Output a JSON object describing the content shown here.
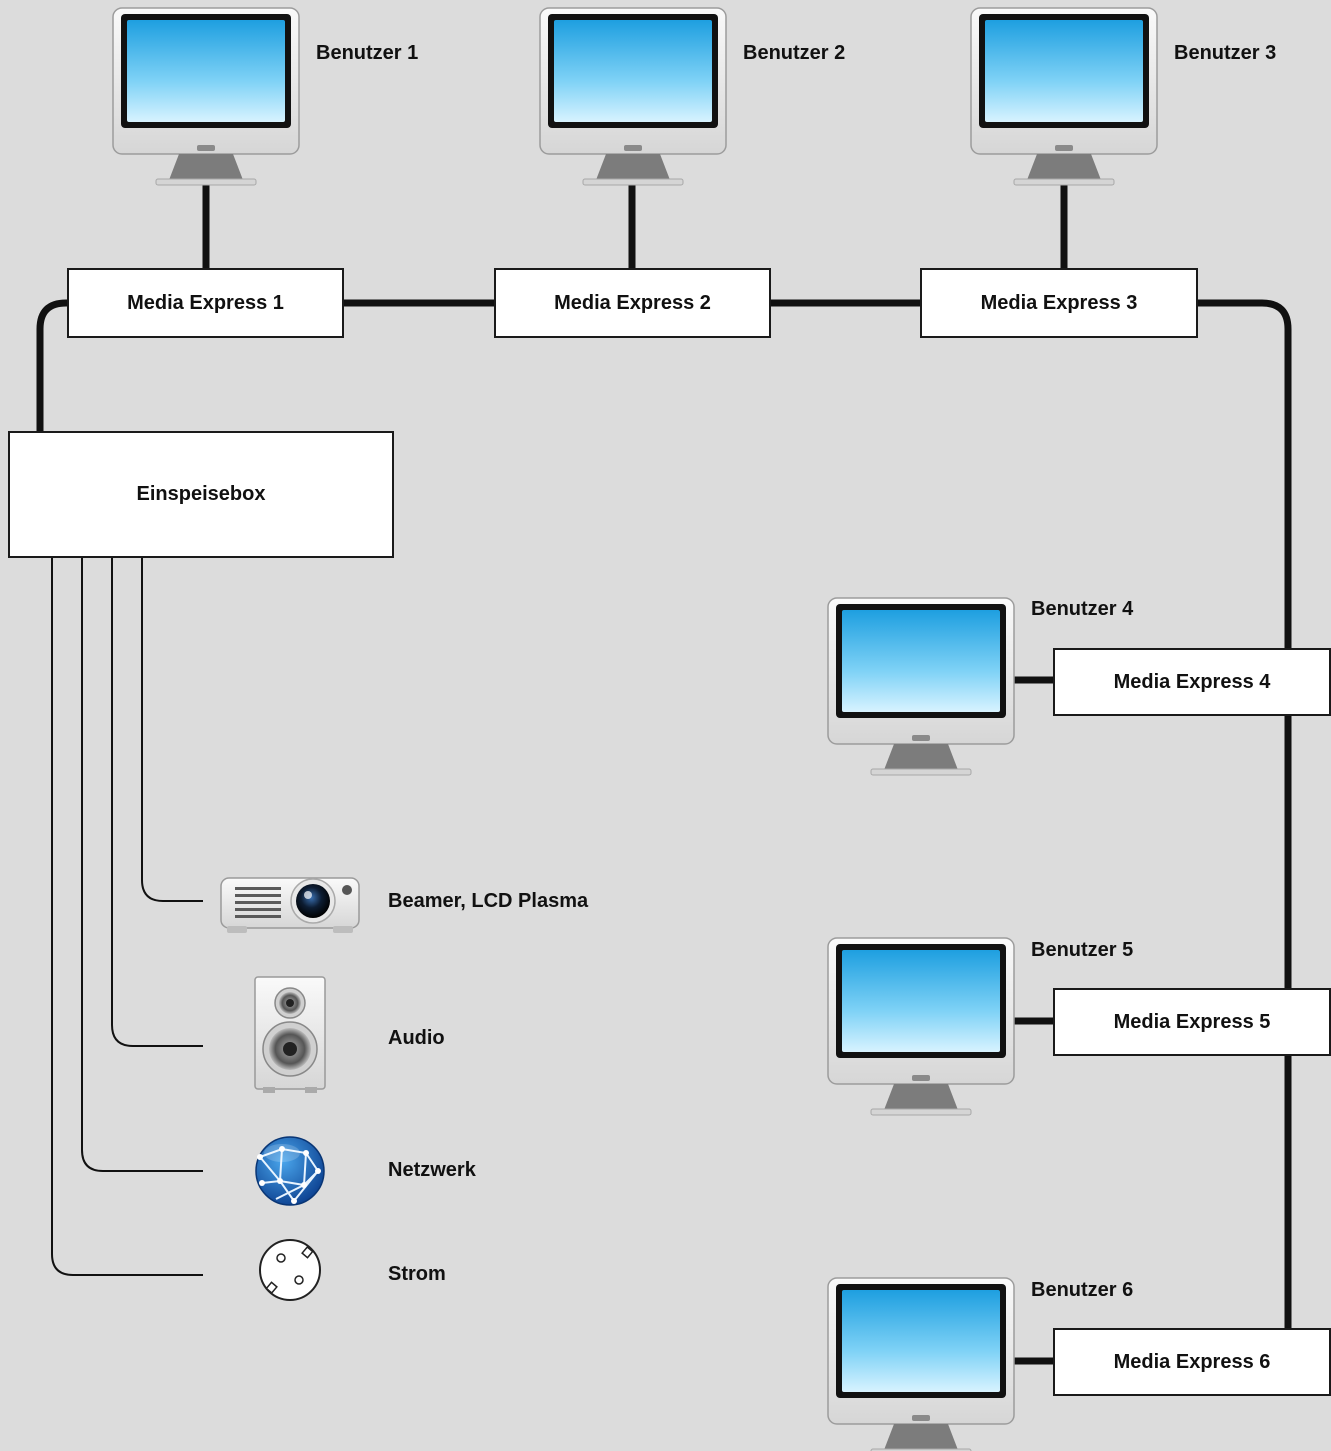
{
  "colors": {
    "background": "#dcdcdc",
    "line": "#111111",
    "box_fill": "#ffffff",
    "screen": "#3fb4ea"
  },
  "users": [
    {
      "label": "Benutzer 1",
      "icon": "monitor-icon"
    },
    {
      "label": "Benutzer 2",
      "icon": "monitor-icon"
    },
    {
      "label": "Benutzer 3",
      "icon": "monitor-icon"
    },
    {
      "label": "Benutzer 4",
      "icon": "monitor-icon"
    },
    {
      "label": "Benutzer 5",
      "icon": "monitor-icon"
    },
    {
      "label": "Benutzer 6",
      "icon": "monitor-icon"
    }
  ],
  "media_express": [
    {
      "label": "Media Express 1"
    },
    {
      "label": "Media Express 2"
    },
    {
      "label": "Media Express 3"
    },
    {
      "label": "Media Express 4"
    },
    {
      "label": "Media Express 5"
    },
    {
      "label": "Media Express 6"
    }
  ],
  "feed_box": {
    "label": "Einspeisebox"
  },
  "outputs": [
    {
      "label": "Beamer, LCD Plasma",
      "icon": "projector-icon"
    },
    {
      "label": "Audio",
      "icon": "speaker-icon"
    },
    {
      "label": "Netzwerk",
      "icon": "network-globe-icon"
    },
    {
      "label": "Strom",
      "icon": "power-socket-icon"
    }
  ]
}
